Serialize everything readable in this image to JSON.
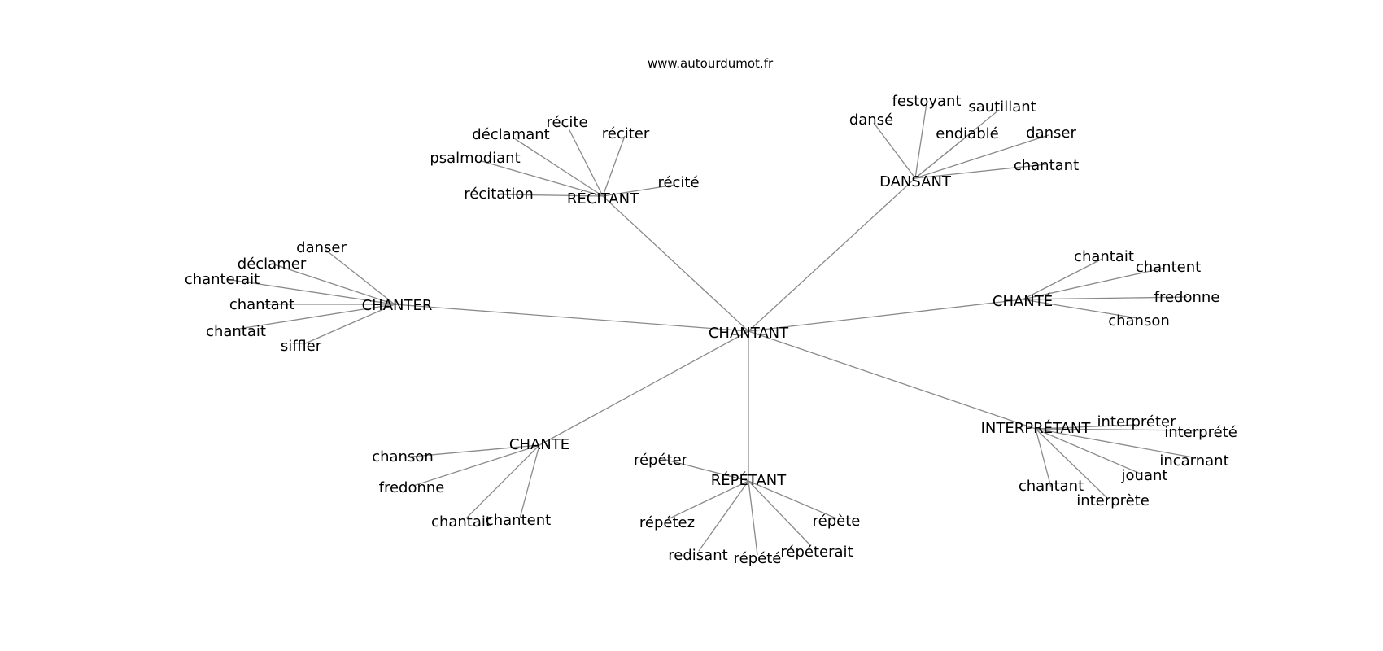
{
  "header": {
    "site": "www.autourdumot.fr"
  },
  "graph": {
    "center": "CHANTANT",
    "hubs": [
      {
        "label": "RÉCITANT",
        "leaves": [
          "récite",
          "déclamant",
          "réciter",
          "psalmodiant",
          "récité",
          "récitation"
        ]
      },
      {
        "label": "DANSANT",
        "leaves": [
          "festoyant",
          "sautillant",
          "dansé",
          "endiablé",
          "danser",
          "chantant"
        ]
      },
      {
        "label": "CHANTER",
        "leaves": [
          "danser",
          "déclamer",
          "chanterait",
          "chantant",
          "chantait",
          "siffler"
        ]
      },
      {
        "label": "CHANTÉ",
        "leaves": [
          "chantait",
          "chantent",
          "fredonne",
          "chanson"
        ]
      },
      {
        "label": "INTERPRÉTANT",
        "leaves": [
          "interpréter",
          "interprété",
          "incarnant",
          "jouant",
          "chantant",
          "interprète"
        ]
      },
      {
        "label": "CHANTE",
        "leaves": [
          "chanson",
          "fredonne",
          "chantait",
          "chantent"
        ]
      },
      {
        "label": "RÉPÉTANT",
        "leaves": [
          "répéter",
          "répétez",
          "répète",
          "redisant",
          "répéterait",
          "répété"
        ]
      }
    ]
  },
  "colors": {
    "edge": "#8a8a8a",
    "text": "#000000",
    "background": "#ffffff"
  }
}
